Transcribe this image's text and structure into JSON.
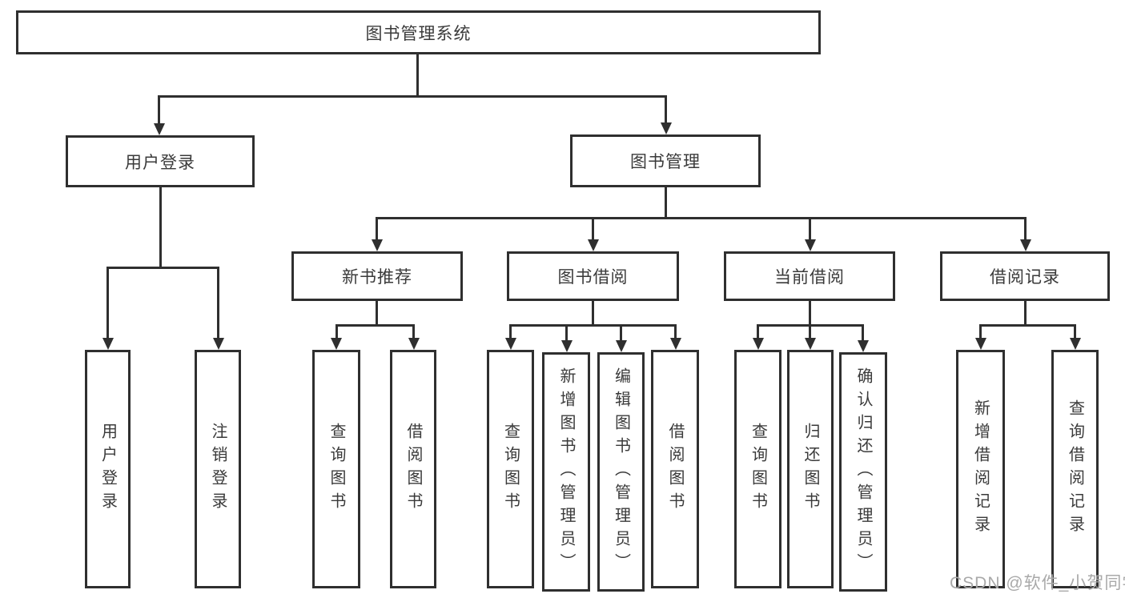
{
  "tree": {
    "root": {
      "label": "图书管理系统",
      "children": [
        {
          "label": "用户登录",
          "children": [
            {
              "label": "用户登录"
            },
            {
              "label": "注销登录"
            }
          ]
        },
        {
          "label": "图书管理",
          "children": [
            {
              "label": "新书推荐",
              "children": [
                {
                  "label": "查询图书"
                },
                {
                  "label": "借阅图书"
                }
              ]
            },
            {
              "label": "图书借阅",
              "children": [
                {
                  "label": "查询图书"
                },
                {
                  "label": "新增图书（管理员）"
                },
                {
                  "label": "编辑图书（管理员）"
                },
                {
                  "label": "借阅图书"
                }
              ]
            },
            {
              "label": "当前借阅",
              "children": [
                {
                  "label": "查询图书"
                },
                {
                  "label": "归还图书"
                },
                {
                  "label": "确认归还（管理员）"
                }
              ]
            },
            {
              "label": "借阅记录",
              "children": [
                {
                  "label": "新增借阅记录"
                },
                {
                  "label": "查询借阅记录"
                }
              ]
            }
          ]
        }
      ]
    }
  },
  "watermark": {
    "text": "CSDN @软件_小贺同学"
  },
  "colors": {
    "line": "#2f2f2f",
    "box_border": "#2f2f2f",
    "box_fill": "#ffffff",
    "text": "#3a3a3a",
    "watermark": "#a9a9a9",
    "background": "#ffffff"
  }
}
